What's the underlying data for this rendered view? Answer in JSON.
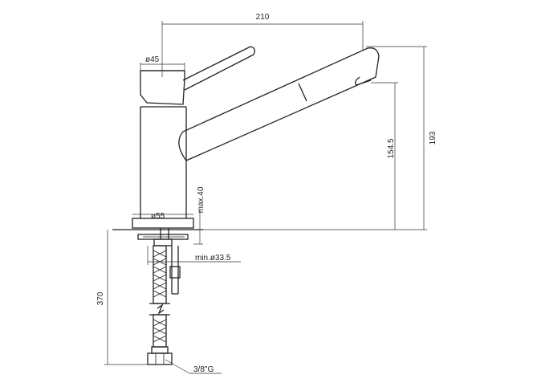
{
  "dimensions": {
    "width_total": "210",
    "diameter_top": "ø45",
    "height_total": "193",
    "height_spout": "154.5",
    "max_thickness": "max.40",
    "diameter_base": "ø55",
    "min_hole": "min.ø33.5",
    "hose_length": "370",
    "thread": "3/8\"G"
  }
}
